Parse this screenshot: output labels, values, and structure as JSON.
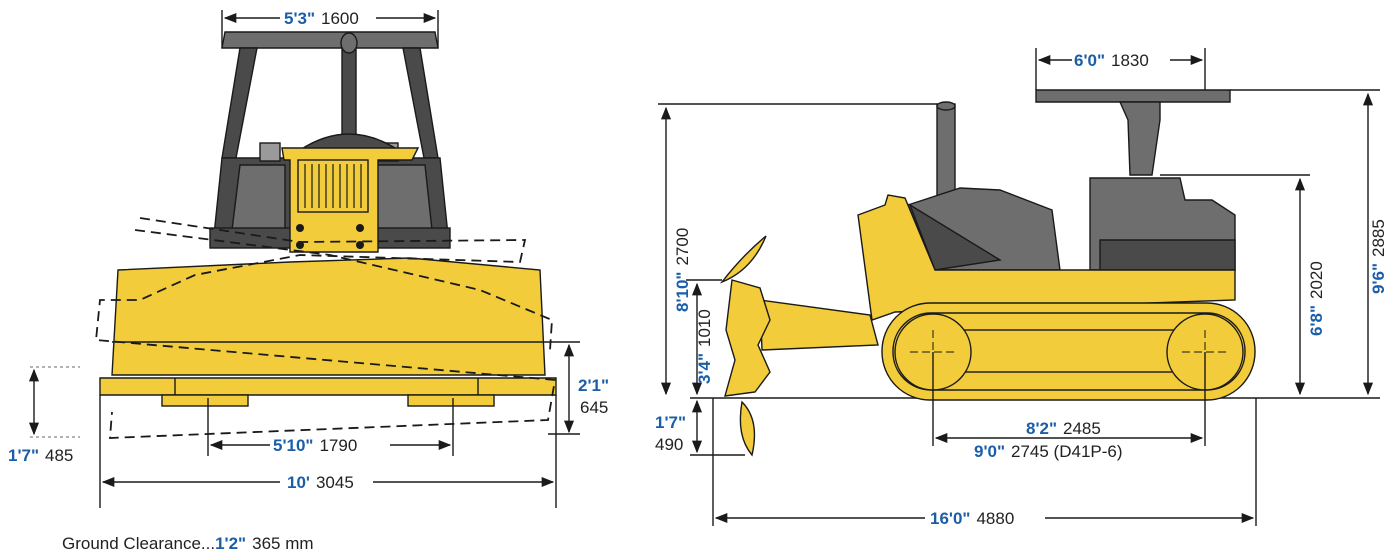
{
  "front_view": {
    "canopy_width": {
      "imperial": "5'3\"",
      "metric": "1600"
    },
    "blade_lift": {
      "imperial": "2'1\"",
      "metric": "645"
    },
    "blade_drop": {
      "imperial": "1'7\"",
      "metric": "485"
    },
    "track_gauge": {
      "imperial": "5'10\"",
      "metric": "1790"
    },
    "blade_width": {
      "imperial": "10'",
      "metric": "3045"
    }
  },
  "side_view": {
    "canopy_length": {
      "imperial": "6'0\"",
      "metric": "1830"
    },
    "exhaust_height": {
      "imperial": "8'10\"",
      "metric": "2700"
    },
    "blade_height": {
      "imperial": "3'4\"",
      "metric": "1010"
    },
    "blade_depth": {
      "imperial": "1'7\"",
      "metric": "490"
    },
    "seat_height": {
      "imperial": "6'8\"",
      "metric": "2020"
    },
    "overall_height": {
      "imperial": "9'6\"",
      "metric": "2885"
    },
    "track_on_ground": {
      "imperial": "8'2\"",
      "metric": "2485"
    },
    "track_on_ground_lgp": {
      "imperial": "9'0\"",
      "metric": "2745 (D41P-6)"
    },
    "overall_length": {
      "imperial": "16'0\"",
      "metric": "4880"
    }
  },
  "footer": {
    "label": "Ground Clearance...",
    "imperial": "1'2\"",
    "metric": "365 mm"
  },
  "colors": {
    "body": "#f2cc3b",
    "dimension_imperial": "#1b5ea8",
    "line": "#1a1a1a"
  }
}
